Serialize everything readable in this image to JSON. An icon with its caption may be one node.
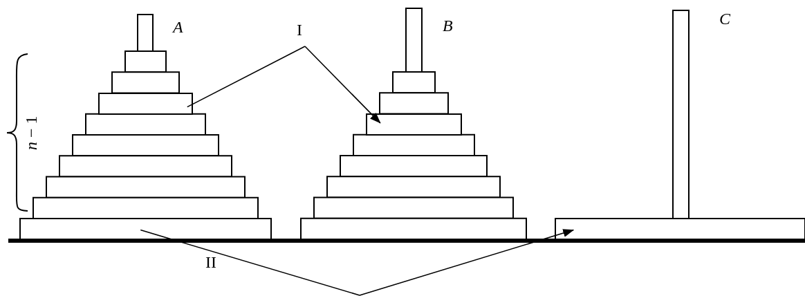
{
  "diagram": {
    "nodes": [
      {
        "text": [
          "I"
        ]
      },
      {
        "text": [],
        "shape": "box"
      },
      {
        "text": [],
        "shape": "box"
      },
      {
        "text": [],
        "shape": "box"
      },
      {
        "text": [],
        "shape": "box"
      }
    ],
    "edges": [
      {
        "from": 0,
        "to": 1,
        "arrow": "none"
      },
      {
        "from": 0,
        "to": 2,
        "arrow": "to"
      },
      {
        "from": null,
        "to": 3,
        "arrow": "none"
      },
      {
        "from": null,
        "to": 4,
        "arrow": "to"
      }
    ],
    "labels": [
      "A",
      "B",
      "C",
      "*n* − 1",
      "II"
    ]
  }
}
